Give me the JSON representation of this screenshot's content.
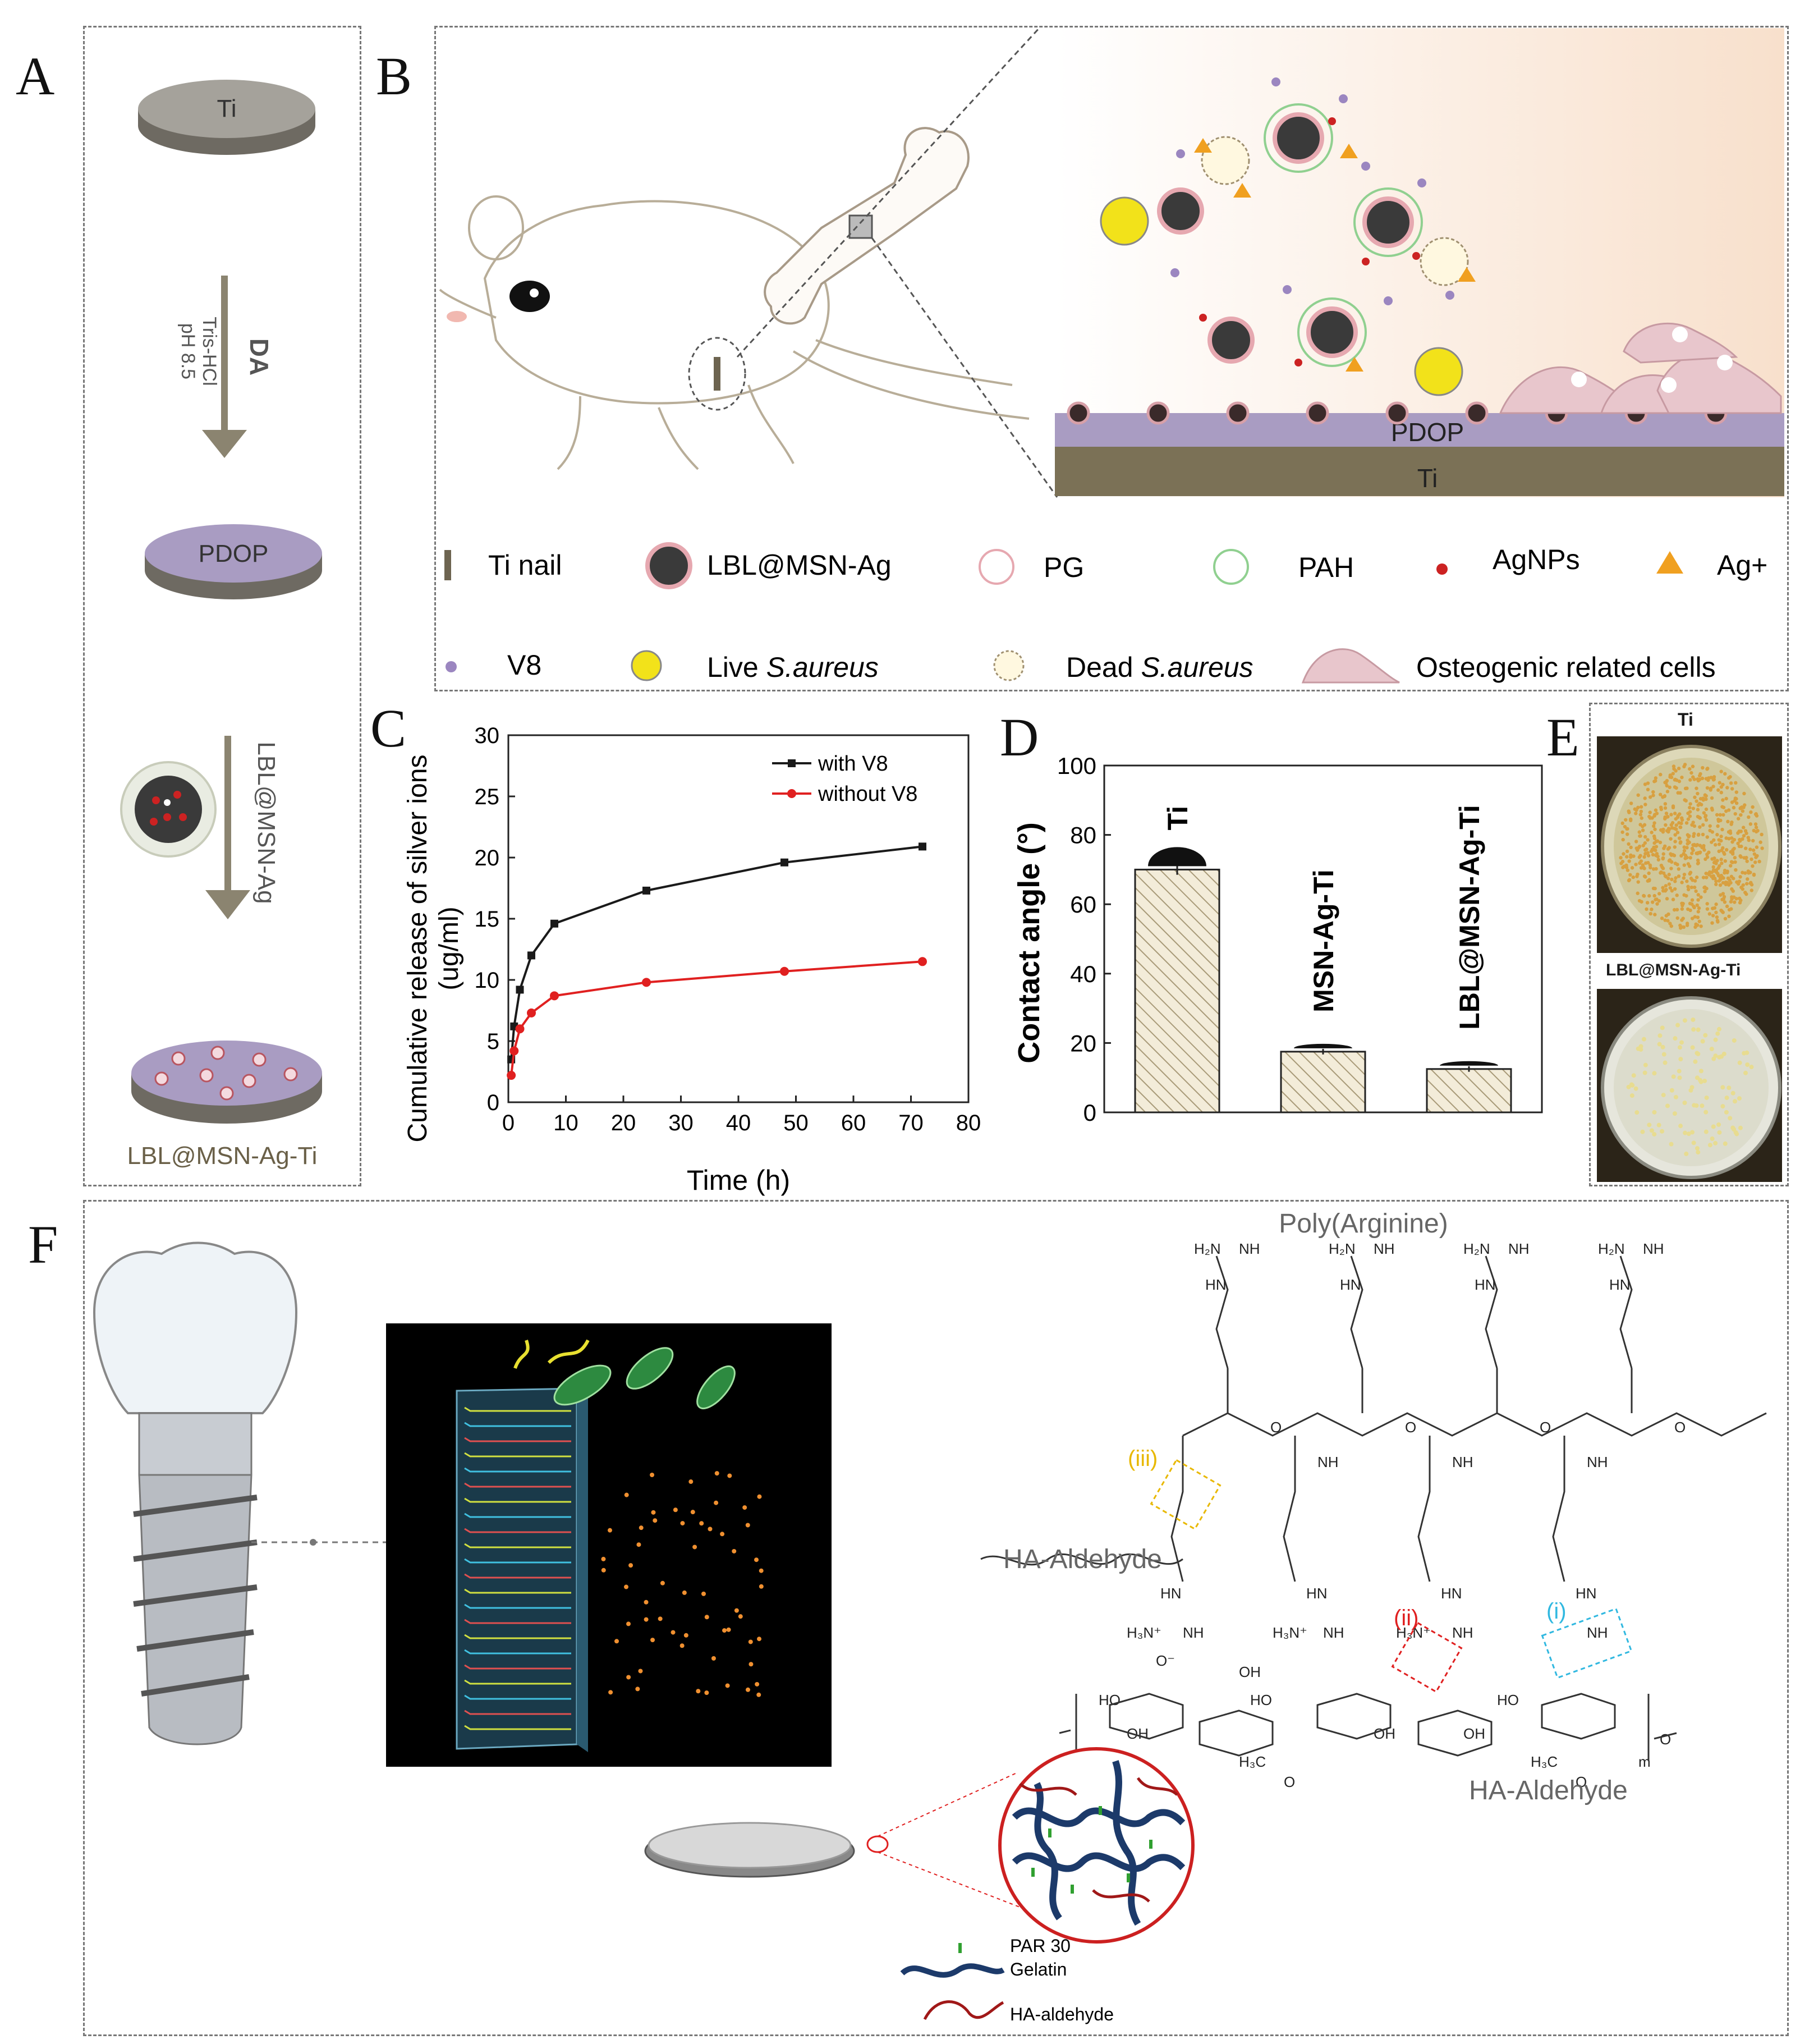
{
  "panels": {
    "A": "A",
    "B": "B",
    "C": "C",
    "D": "D",
    "E": "E",
    "F": "F"
  },
  "panelA": {
    "disk_ti": "Ti",
    "step1_reagent": "DA",
    "step1_buffer": "Tris-HCl",
    "step1_ph": "pH 8.5",
    "disk_pdop": "PDOP",
    "step2_label": "LBL@MSN-Ag",
    "disk_final": "LBL@MSN-Ag-Ti"
  },
  "panelB": {
    "layer_top": "PDOP",
    "layer_bottom": "Ti",
    "legend": [
      {
        "key": "ti-nail",
        "label": "Ti nail"
      },
      {
        "key": "lbl-msn-ag",
        "label": "LBL@MSN-Ag"
      },
      {
        "key": "pg",
        "label": "PG"
      },
      {
        "key": "pah",
        "label": "PAH"
      },
      {
        "key": "agnps",
        "label": "AgNPs"
      },
      {
        "key": "ag-ion",
        "label": "Ag+"
      },
      {
        "key": "v8",
        "label": "V8"
      },
      {
        "key": "live",
        "label_prefix": "Live ",
        "label_italic": "S.aureus"
      },
      {
        "key": "dead",
        "label_prefix": "Dead ",
        "label_italic": "S.aureus"
      },
      {
        "key": "osteo",
        "label": "Osteogenic related cells"
      }
    ],
    "colors": {
      "pdop": "#a99cc2",
      "ti": "#7b7156",
      "v8": "#9b86c0",
      "agnps": "#cc2222",
      "ag_ion": "#f0a020",
      "live": "#f2e21a",
      "cell": "#e8c6cc"
    }
  },
  "chart_data": [
    {
      "type": "line",
      "xlabel": "Time (h)",
      "ylabel_line1": "Cumulative release of silver ions",
      "ylabel_line2": "(ug/ml)",
      "xlim": [
        0,
        80
      ],
      "ylim": [
        0,
        30
      ],
      "xticks": [
        "0",
        "10",
        "20",
        "30",
        "40",
        "50",
        "60",
        "70",
        "80"
      ],
      "yticks": [
        "0",
        "5",
        "10",
        "15",
        "20",
        "25",
        "30"
      ],
      "legend_position": "top-right",
      "series": [
        {
          "name": "with V8",
          "color": "#1a1a1a",
          "x": [
            0.5,
            1,
            2,
            4,
            8,
            24,
            48,
            72
          ],
          "y": [
            3.5,
            6.2,
            9.2,
            12.0,
            14.6,
            17.3,
            19.6,
            20.9
          ]
        },
        {
          "name": "without V8",
          "color": "#e02020",
          "x": [
            0.5,
            1,
            2,
            4,
            8,
            24,
            48,
            72
          ],
          "y": [
            2.2,
            4.2,
            6.0,
            7.3,
            8.7,
            9.8,
            10.7,
            11.5
          ]
        }
      ]
    },
    {
      "type": "bar",
      "ylabel": "Contact angle (°)",
      "ylim": [
        0,
        100
      ],
      "yticks": [
        "0",
        "20",
        "40",
        "60",
        "80",
        "100"
      ],
      "categories": [
        "Ti",
        "MSN-Ag-Ti",
        "LBL@MSN-Ag-Ti"
      ],
      "values": [
        70,
        17.5,
        12.5
      ],
      "errors": [
        1.5,
        0.8,
        0.8
      ],
      "bar_color": "#d9ccb0"
    }
  ],
  "panelE": {
    "top_label": "Ti",
    "bottom_label": "LBL@MSN-Ag-Ti"
  },
  "panelF": {
    "title_par": "Poly(Arginine)",
    "ha_left": "HA-Aldehyde",
    "ha_bottom": "HA-Aldehyde",
    "mark_i": "(i)",
    "mark_ii": "(ii)",
    "mark_iii": "(iii)",
    "chem": {
      "h2n": "H₂N",
      "nh": "NH",
      "hn": "HN",
      "h3n": "H₃N⁺",
      "o": "O",
      "oh": "OH",
      "ho": "HO",
      "h3c": "H₃C",
      "om": "O⁻",
      "m": "m"
    },
    "legend": [
      {
        "key": "par30",
        "label": "PAR 30"
      },
      {
        "key": "gelatin",
        "label": "Gelatin"
      },
      {
        "key": "ha",
        "label": "HA-aldehyde"
      }
    ]
  }
}
